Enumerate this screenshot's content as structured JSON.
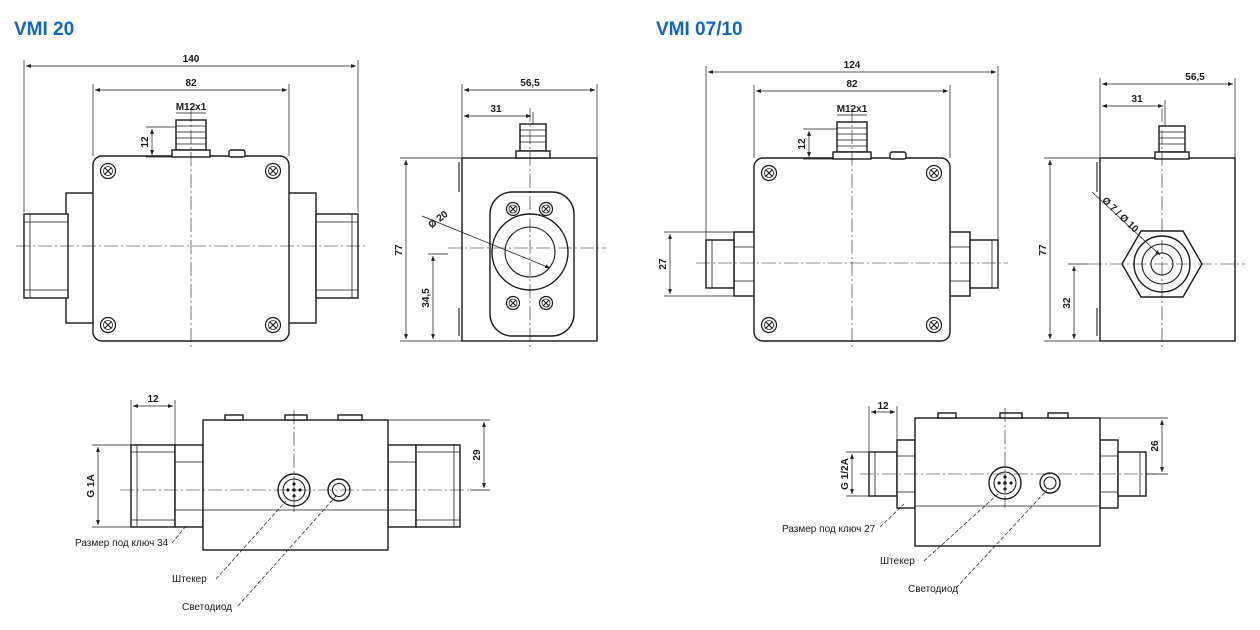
{
  "colors": {
    "title": "#1565c0",
    "line": "#1a1a1a"
  },
  "vmi20": {
    "title": "VMI 20",
    "front": {
      "overall_width": "140",
      "body_width": "82",
      "connector": "M12x1",
      "connector_height": "12"
    },
    "side": {
      "depth": "56,5",
      "connector_offset": "31",
      "bore": "Ø 20",
      "height": "77",
      "axis_height": "34,5"
    },
    "bottom": {
      "top_offset": "12",
      "thread": "G 1A",
      "body_half": "29",
      "wrench": "Размер под ключ 34",
      "plug": "Штекер",
      "led": "Светодиод"
    }
  },
  "vmi0710": {
    "title": "VMI 07/10",
    "front": {
      "overall_width": "124",
      "body_width": "82",
      "connector": "M12x1",
      "connector_height": "12",
      "pipe_dia": "27"
    },
    "side": {
      "depth": "56,5",
      "connector_offset": "31",
      "bore": "Ø 7 / Ø 10",
      "height": "77",
      "axis_height": "32"
    },
    "bottom": {
      "top_offset": "12",
      "thread": "G 1/2A",
      "body_half": "26",
      "wrench": "Размер под ключ 27",
      "plug": "Штекер",
      "led": "Светодиод"
    }
  }
}
